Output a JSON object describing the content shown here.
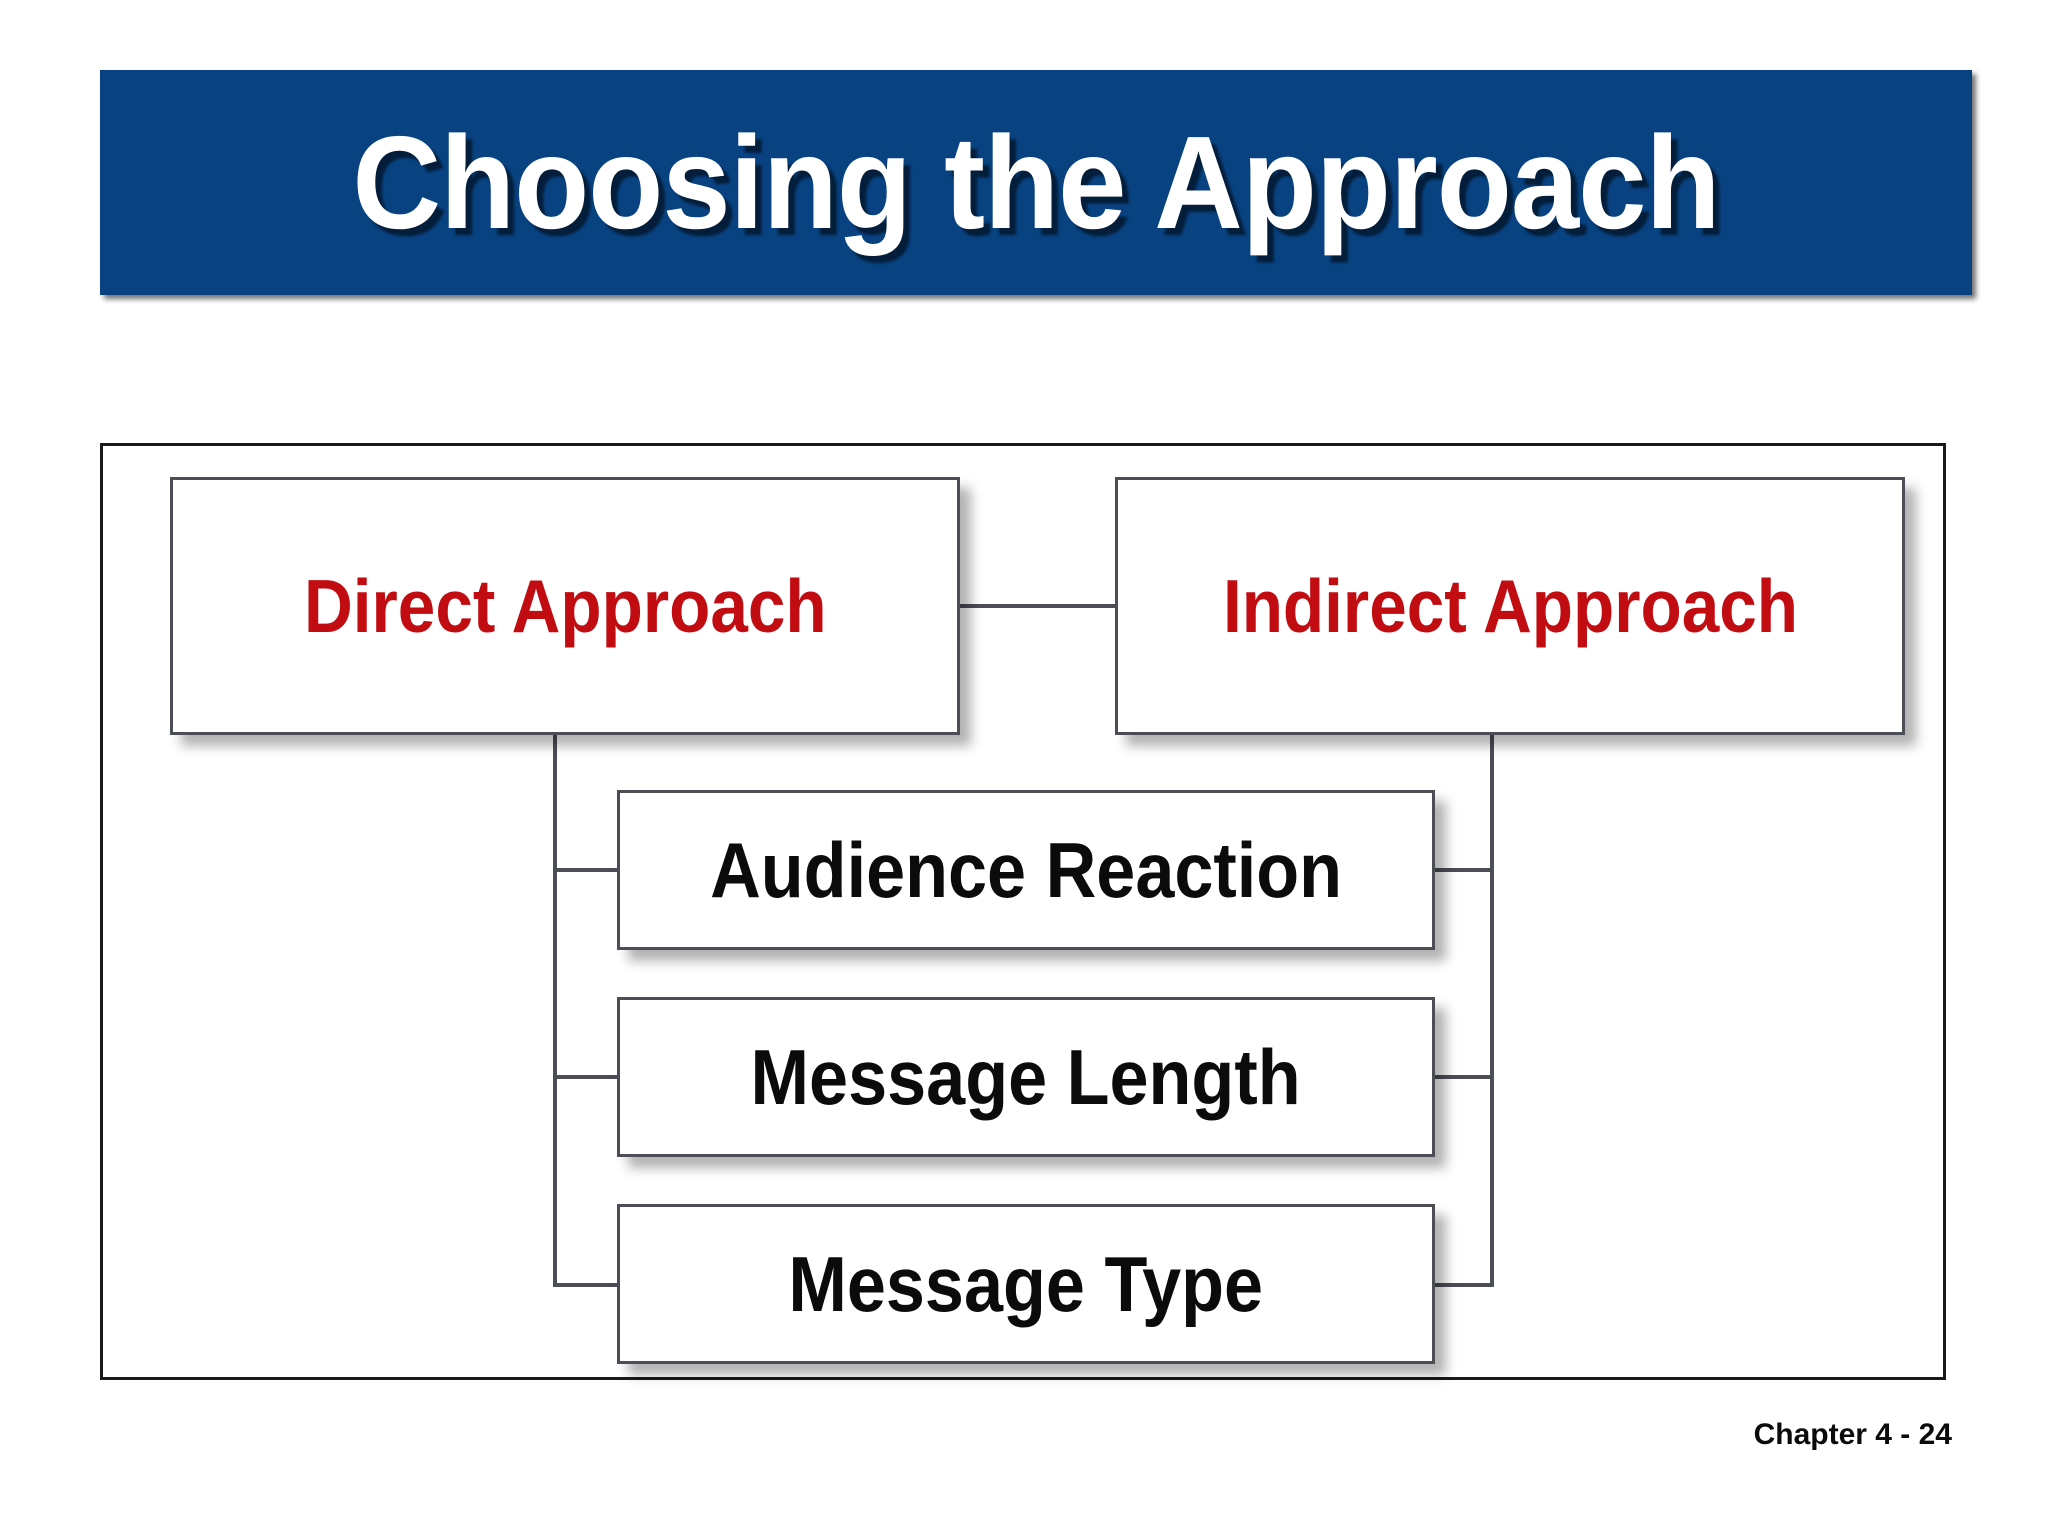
{
  "slide": {
    "title": "Choosing the Approach",
    "footer": "Chapter 4 - 24"
  },
  "colors": {
    "title_banner_bg": "#084280",
    "title_text": "#FFFFFF",
    "approach_text": "#C10C12",
    "factor_text": "#0B0B0B",
    "box_border": "#4B4F55",
    "frame_border": "#17191C",
    "page_bg": "#FFFFFF"
  },
  "diagram": {
    "type": "hierarchy",
    "approaches": [
      {
        "id": "direct",
        "label": "Direct Approach"
      },
      {
        "id": "indirect",
        "label": "Indirect Approach"
      }
    ],
    "factors": [
      {
        "id": "audience-reaction",
        "label": "Audience Reaction"
      },
      {
        "id": "message-length",
        "label": "Message Length"
      },
      {
        "id": "message-type",
        "label": "Message Type"
      }
    ]
  }
}
